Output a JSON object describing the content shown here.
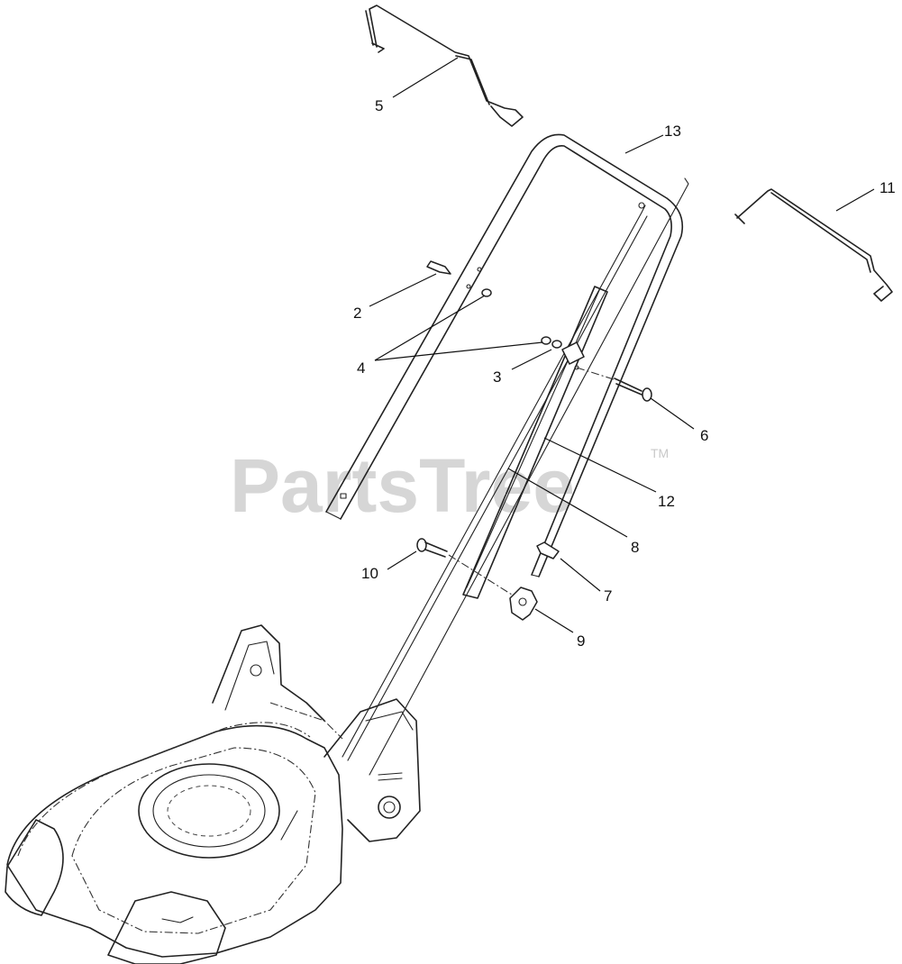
{
  "watermark": {
    "text": "PartsTree",
    "trademark": "TM"
  },
  "callouts": [
    {
      "id": "5",
      "label": "5"
    },
    {
      "id": "13",
      "label": "13"
    },
    {
      "id": "11",
      "label": "11"
    },
    {
      "id": "2",
      "label": "2"
    },
    {
      "id": "4",
      "label": "4"
    },
    {
      "id": "3",
      "label": "3"
    },
    {
      "id": "6",
      "label": "6"
    },
    {
      "id": "12",
      "label": "12"
    },
    {
      "id": "8",
      "label": "8"
    },
    {
      "id": "10",
      "label": "10"
    },
    {
      "id": "7",
      "label": "7"
    },
    {
      "id": "9",
      "label": "9"
    }
  ],
  "colors": {
    "line": "#222222",
    "watermark": "#d6d6d6",
    "background": "#ffffff"
  }
}
